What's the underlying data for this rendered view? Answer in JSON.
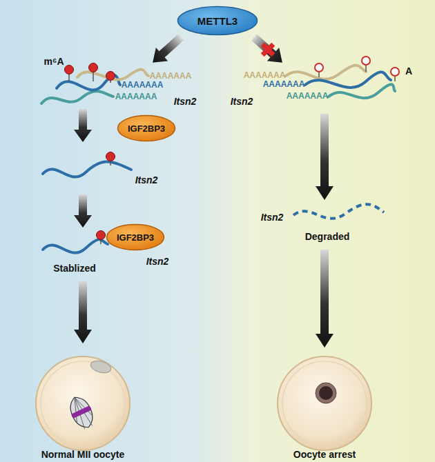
{
  "diagram": {
    "nodes": [
      {
        "text": [
          "METTL3"
        ]
      },
      {
        "text": [
          "IGF2BP3"
        ]
      },
      {
        "text": [
          "IGF2BP3"
        ]
      }
    ],
    "labels": [
      "m⁶A",
      "AAAAAAA",
      "AAAAAAA",
      "AAAAAAA",
      "Itsn2",
      "A",
      "AAAAAAA",
      "AAAAAAA",
      "AAAAAAA",
      "Itsn2",
      "Itsn2",
      "Stablized",
      "Itsn2",
      "Itsn2",
      "Degraded",
      "Normal MII oocyte",
      "Oocyte arrest"
    ]
  }
}
